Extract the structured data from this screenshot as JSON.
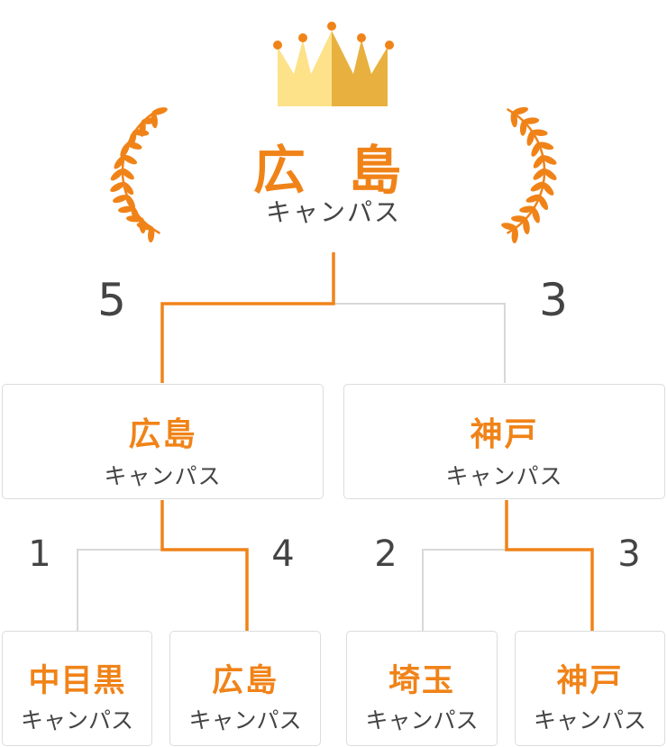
{
  "champion": {
    "name": "広 島",
    "sub": "キャンパス"
  },
  "final": {
    "left": {
      "name": "広島",
      "sub": "キャンパス",
      "score": "5"
    },
    "right": {
      "name": "神戸",
      "sub": "キャンパス",
      "score": "3"
    }
  },
  "semis": [
    {
      "name": "中目黒",
      "sub": "キャンパス",
      "score": "1"
    },
    {
      "name": "広島",
      "sub": "キャンパス",
      "score": "4"
    },
    {
      "name": "埼玉",
      "sub": "キャンパス",
      "score": "2"
    },
    {
      "name": "神戸",
      "sub": "キャンパス",
      "score": "3"
    }
  ],
  "colors": {
    "winner": "#f08318",
    "loser": "#d8d8d8",
    "crown_light": "#fde28a",
    "crown_dark": "#e8b13f",
    "laurel": "#f08318"
  },
  "icons": {
    "crown": "crown-icon",
    "laurel_left": "laurel-left-icon",
    "laurel_right": "laurel-right-icon"
  }
}
